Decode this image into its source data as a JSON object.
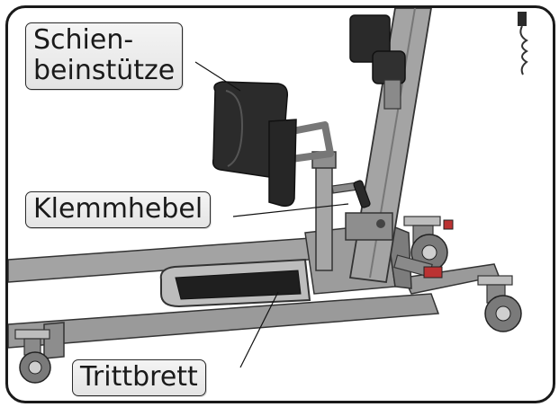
{
  "labels": {
    "schienbeinstuetze": "Schien-\nbeinstütze",
    "klemmhebel": "Klemmhebel",
    "trittbrett": "Trittbrett"
  },
  "colors": {
    "frame": "#1a1a1a",
    "metal": "#9a9a9a",
    "metal_dark": "#6e6e6e",
    "pad": "#2b2b2b",
    "label_bg": "#ececec"
  }
}
